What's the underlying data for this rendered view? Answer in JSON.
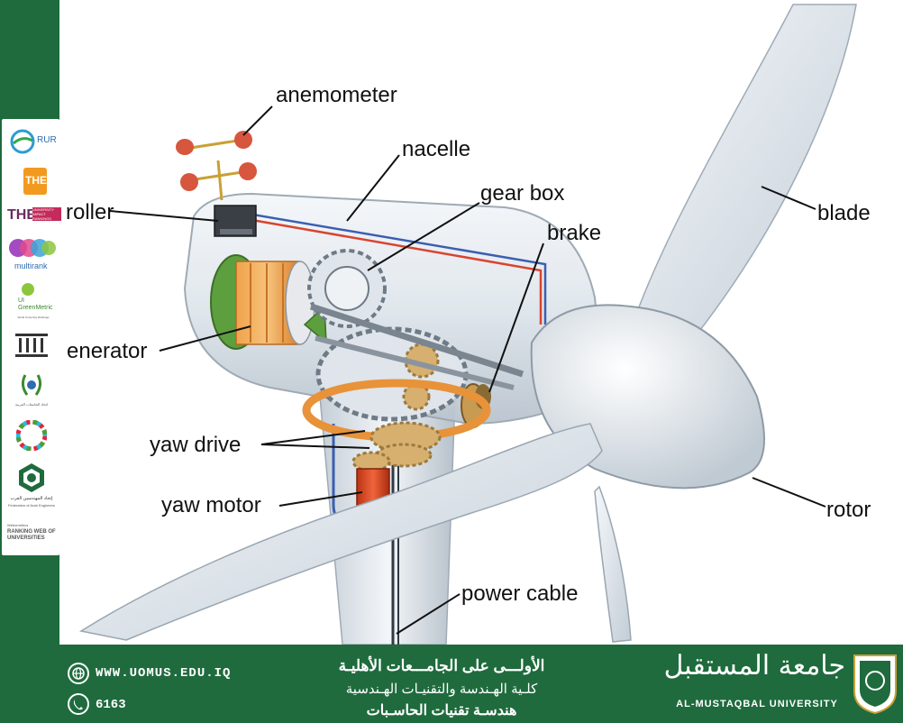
{
  "labels": {
    "anemometer": "anemometer",
    "nacelle": "nacelle",
    "gear_box": "gear box",
    "brake": "brake",
    "blade": "blade",
    "controller": "roller",
    "generator": "enerator",
    "yaw_drive": "yaw drive",
    "yaw_motor": "yaw motor",
    "rotor": "rotor",
    "power_cable": "power cable"
  },
  "rankings": {
    "rur": "RUR",
    "the": "THE",
    "the_impact": "THE",
    "the_impact_sub": "UNIVERSITY IMPACT RANKINGS",
    "multirank": "multirank",
    "greenmetric": "UI GreenMetric",
    "greenmetric_sub": "World University Rankings",
    "arab_union_sub": "اتحاد الجامعات العربية",
    "federation_sub": "Federation of Arab Engineers",
    "federation_ar": "إتحاد المهندسين العرب",
    "webometrics": "RANKING WEB OF UNIVERSITIES",
    "webometrics_pre": "Webometrics"
  },
  "footer": {
    "website": "WWW.UOMUS.EDU.IQ",
    "phone": "6163",
    "line1": "الأولـــى على الجامـــعات الأهليـة",
    "line2": "كلـية الهـندسة والتقنيـات الهـندسية",
    "line3": "هندسـة تقنيات الحاسـبات",
    "logo_ar": "جامعة المستقبل",
    "logo_en": "AL-MUSTAQBAL UNIVERSITY"
  },
  "colors": {
    "green": "#1f6b3d",
    "gear_orange": "#e8923a",
    "motor_red": "#d9441e",
    "cable_red": "#d9442e",
    "cable_blue": "#3a5fb0"
  }
}
